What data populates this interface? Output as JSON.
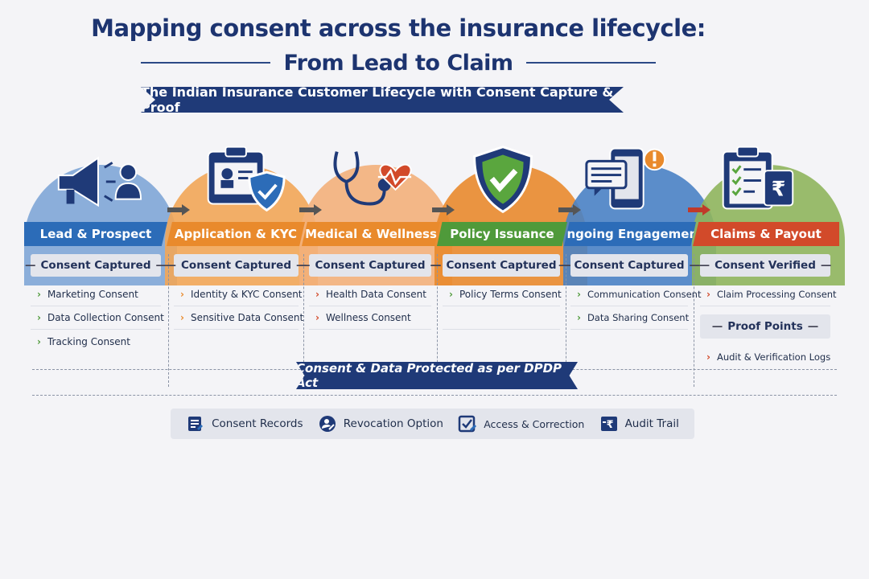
{
  "title": "Mapping consent across the insurance lifecycle:",
  "subtitle": "From Lead to Claim",
  "banner": "The Indian Insurance Customer Lifecycle with Consent Capture & Proof",
  "colors": {
    "navy": "#1f3a78",
    "blue": "#2c6cb8",
    "orange": "#e98a2c",
    "green": "#4f9a3a",
    "red": "#d24a2a"
  },
  "stages": [
    {
      "name": "Lead & Prospect",
      "icon": "megaphone-person-icon",
      "pill": "Consent Captured",
      "items": [
        "Marketing Consent",
        "Data Collection Consent",
        "Tracking Consent"
      ]
    },
    {
      "name": "Application & KYC",
      "icon": "id-card-shield-icon",
      "pill": "Consent Captured",
      "items": [
        "Identity & KYC Consent",
        "Sensitive Data Consent"
      ]
    },
    {
      "name": "Medical & Wellness",
      "icon": "stethoscope-heart-icon",
      "pill": "Consent Captured",
      "items": [
        "Health Data Consent",
        "Wellness Consent"
      ]
    },
    {
      "name": "Policy Issuance",
      "icon": "shield-check-icon",
      "pill": "Consent Captured",
      "items": [
        "Policy Terms Consent"
      ]
    },
    {
      "name": "Ongoing Engagement",
      "icon": "phone-message-icon",
      "pill": "Consent Captured",
      "items": [
        "Communication Consent",
        "Data Sharing Consent"
      ]
    },
    {
      "name": "Claims & Payout",
      "icon": "clipboard-rupee-icon",
      "pill": "Consent Verified",
      "items": [
        "Claim Processing Consent"
      ],
      "pill2": "Proof Points",
      "items2": [
        "Audit & Verification Logs"
      ]
    }
  ],
  "dpdp": "Consent & Data Protected as per DPDP Act",
  "footer": [
    {
      "label": "Consent Records",
      "icon": "records-icon"
    },
    {
      "label": "Revocation Option",
      "icon": "revocation-icon"
    },
    {
      "label": "Access & Correction",
      "icon": "access-correction-icon"
    },
    {
      "label": "Audit Trail",
      "icon": "audit-trail-icon"
    }
  ]
}
